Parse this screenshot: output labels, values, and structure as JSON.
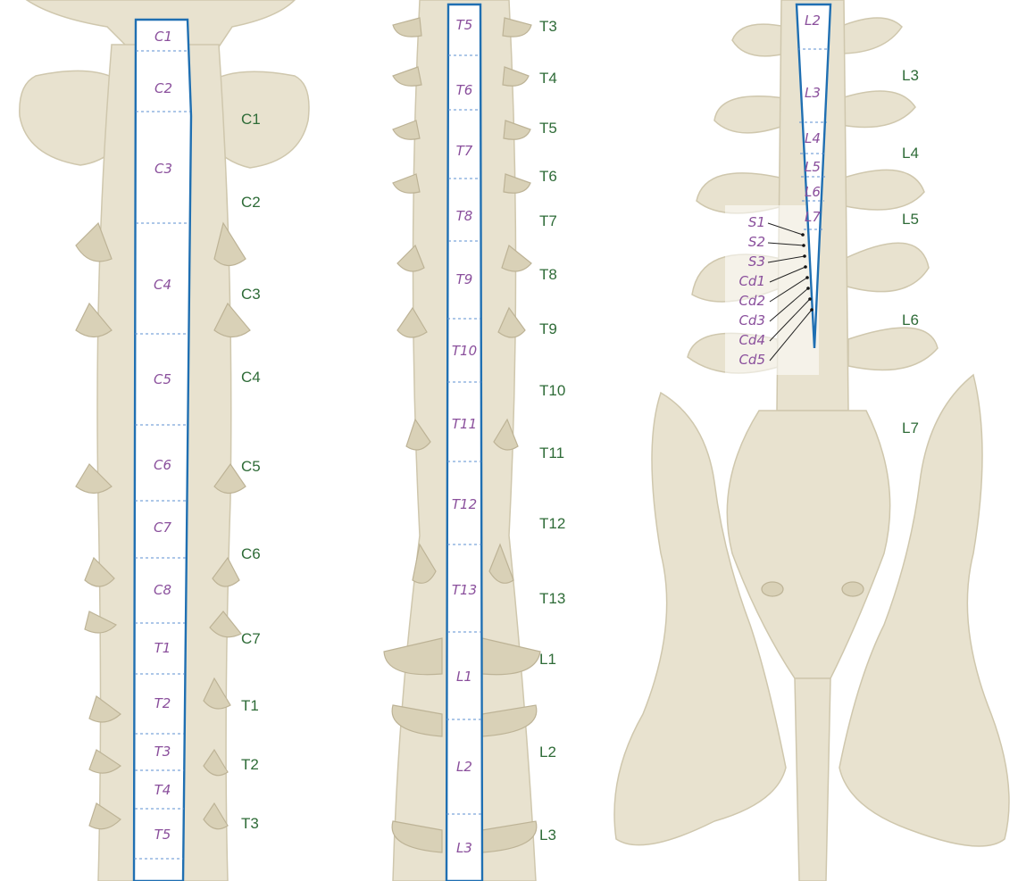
{
  "panel_a": {
    "segments": [
      "C1",
      "C2",
      "C3",
      "C4",
      "C5",
      "C6",
      "C7",
      "C8",
      "T1",
      "T2",
      "T3",
      "T4",
      "T5"
    ],
    "vertebrae": [
      "C1",
      "C2",
      "C3",
      "C4",
      "C5",
      "C6",
      "C7",
      "T1",
      "T2",
      "T3"
    ]
  },
  "panel_b": {
    "segments": [
      "T5",
      "T6",
      "T7",
      "T8",
      "T9",
      "T10",
      "T11",
      "T12",
      "T13",
      "L1",
      "L2",
      "L3"
    ],
    "vertebrae": [
      "T3",
      "T4",
      "T5",
      "T6",
      "T7",
      "T8",
      "T9",
      "T10",
      "T11",
      "T12",
      "T13",
      "L1",
      "L2",
      "L3"
    ]
  },
  "panel_c": {
    "segments": [
      "L2",
      "L3",
      "L4",
      "L5",
      "L6",
      "L7"
    ],
    "conus_labels": [
      "S1",
      "S2",
      "S3",
      "Cd1",
      "Cd2",
      "Cd3",
      "Cd4",
      "Cd5"
    ],
    "vertebrae": [
      "L3",
      "L4",
      "L5",
      "L6",
      "L7"
    ]
  },
  "colors": {
    "canal": "#1f6fb2",
    "segment_text": "#8a4f9c",
    "vertebra_text": "#2e6b37",
    "bone": "#e8e2cf"
  }
}
